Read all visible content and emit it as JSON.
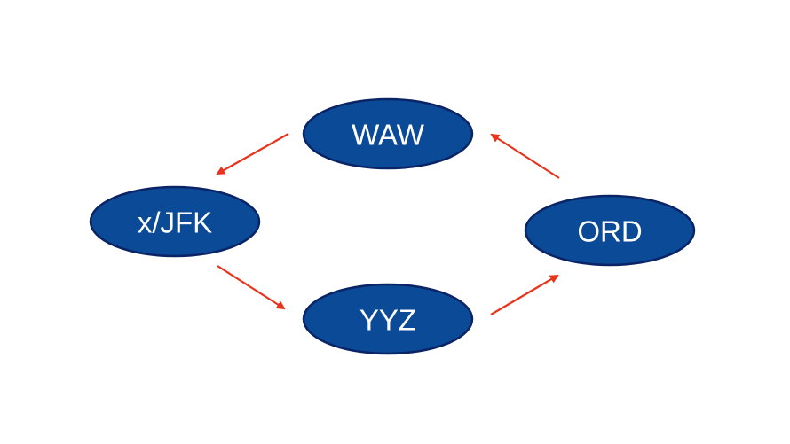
{
  "colors": {
    "node_fill": "#0b4a97",
    "node_stroke": "#0a2466",
    "node_text": "#ffffff",
    "arrow": "#e8341c",
    "background": "#ffffff"
  },
  "nodes": {
    "waw": {
      "label": "WAW"
    },
    "jfk": {
      "label": "x/JFK"
    },
    "yyz": {
      "label": "YYZ"
    },
    "ord": {
      "label": "ORD"
    }
  },
  "edges": [
    {
      "from": "WAW",
      "to": "x/JFK"
    },
    {
      "from": "x/JFK",
      "to": "YYZ"
    },
    {
      "from": "YYZ",
      "to": "ORD"
    },
    {
      "from": "ORD",
      "to": "WAW"
    }
  ]
}
